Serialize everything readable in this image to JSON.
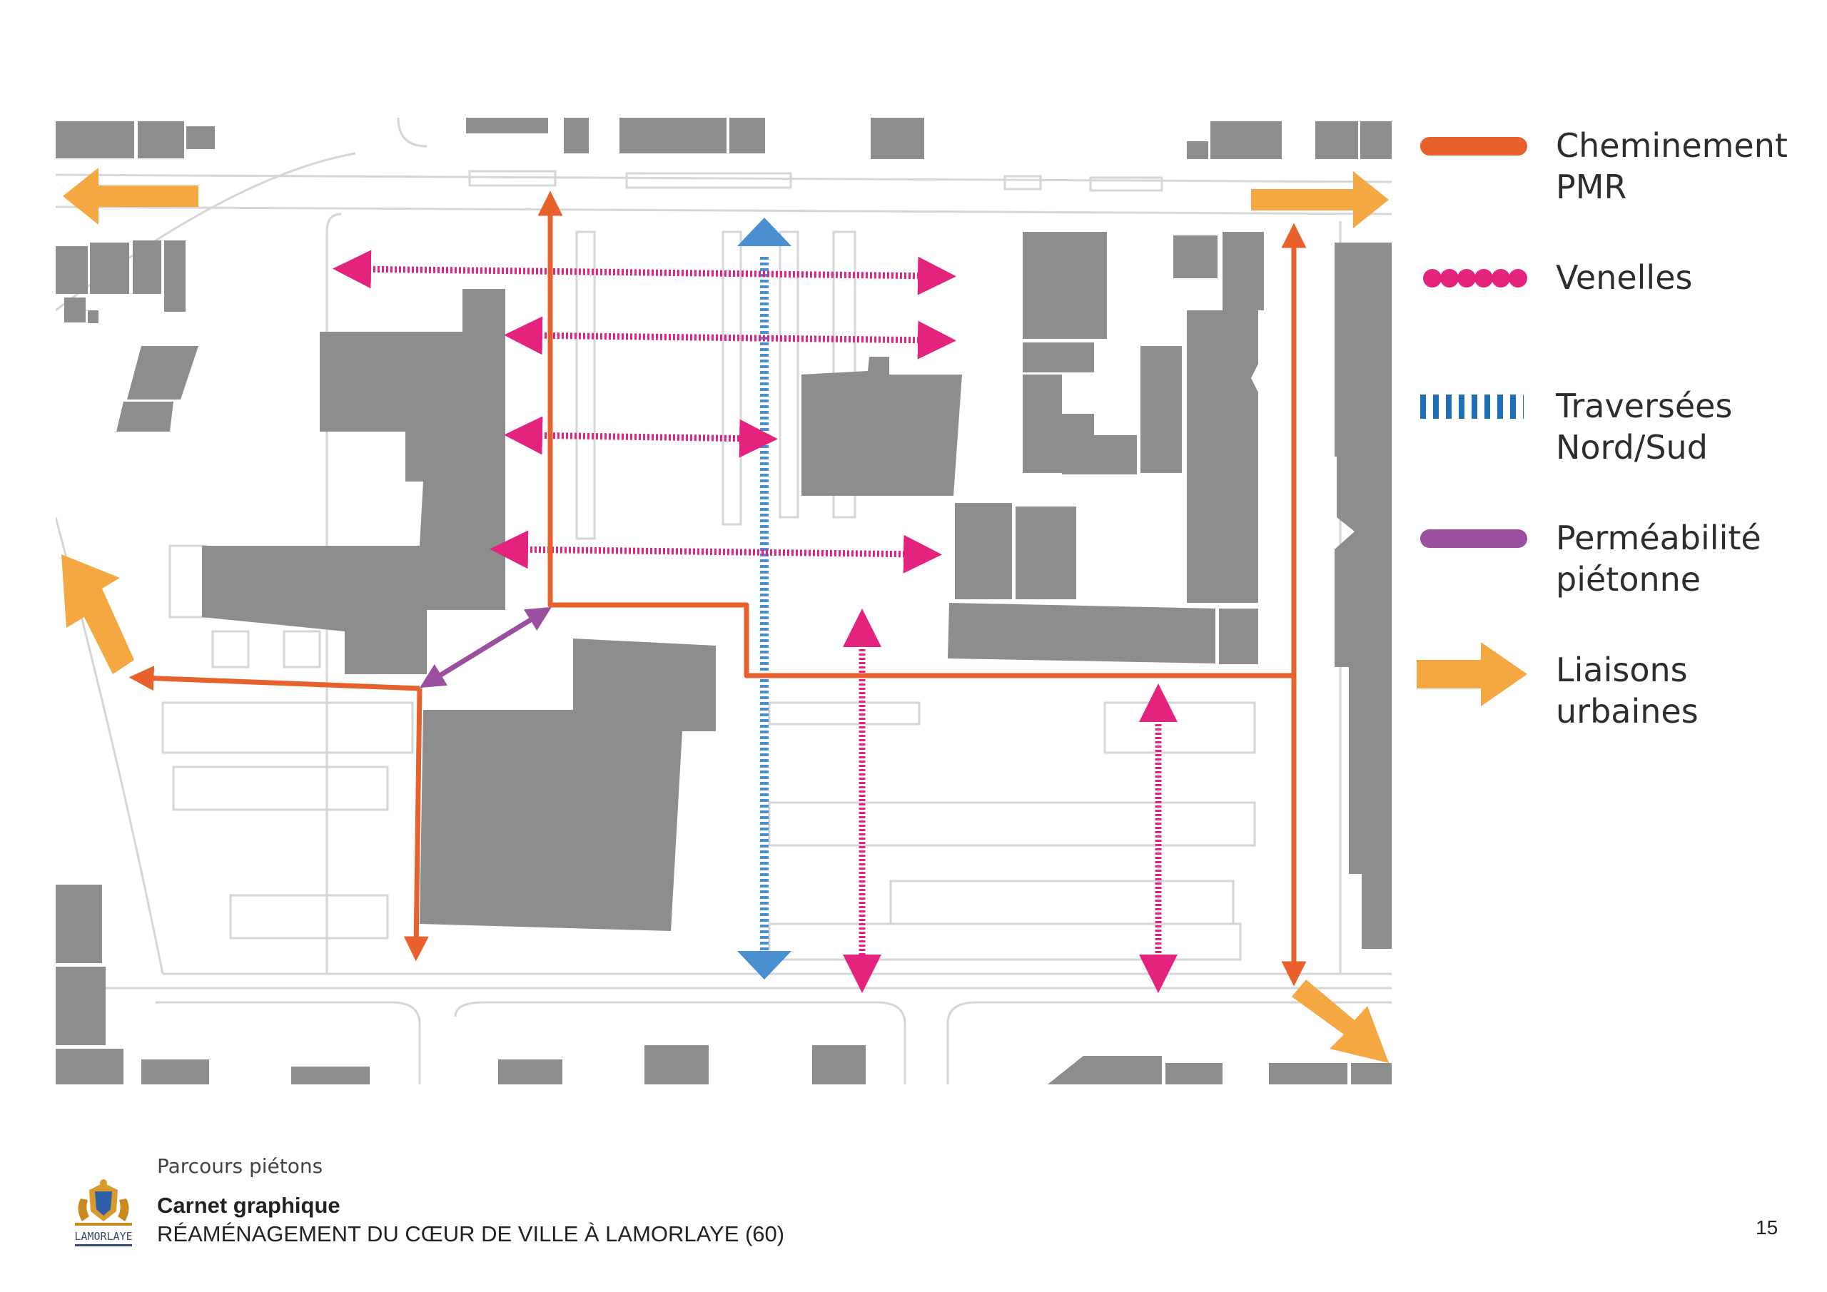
{
  "legend": [
    {
      "id": "cheminement",
      "label": "Cheminement\nPMR",
      "color": "#e8602c",
      "style": "solid-line"
    },
    {
      "id": "venelles",
      "label": "Venelles",
      "color": "#e3237e",
      "style": "dotted-line"
    },
    {
      "id": "traversees",
      "label": "Traversées\nNord/Sud",
      "color": "#1f6fb6",
      "style": "dashed-line"
    },
    {
      "id": "permeabilite",
      "label": "Perméabilité\npiétonne",
      "color": "#9b4f9f",
      "style": "solid-line"
    },
    {
      "id": "liaisons",
      "label": "Liaisons\nurbaines",
      "color": "#f5a742",
      "style": "block-arrow"
    }
  ],
  "colors": {
    "building": "#8c8e8d",
    "road_line": "#d2d2d2",
    "pmr": "#e8602c",
    "venelles": "#e3237e",
    "traversees": "#4a8fd0",
    "permeabilite": "#9b4f9f",
    "liaisons": "#f5a742"
  },
  "footer": {
    "caption": "Parcours piétons",
    "title": "Carnet graphique",
    "subtitle": "RÉAMÉNAGEMENT DU CŒUR DE VILLE À LAMORLAYE (60)",
    "page_number": "15",
    "logo_text": "LAMORLAYE"
  }
}
